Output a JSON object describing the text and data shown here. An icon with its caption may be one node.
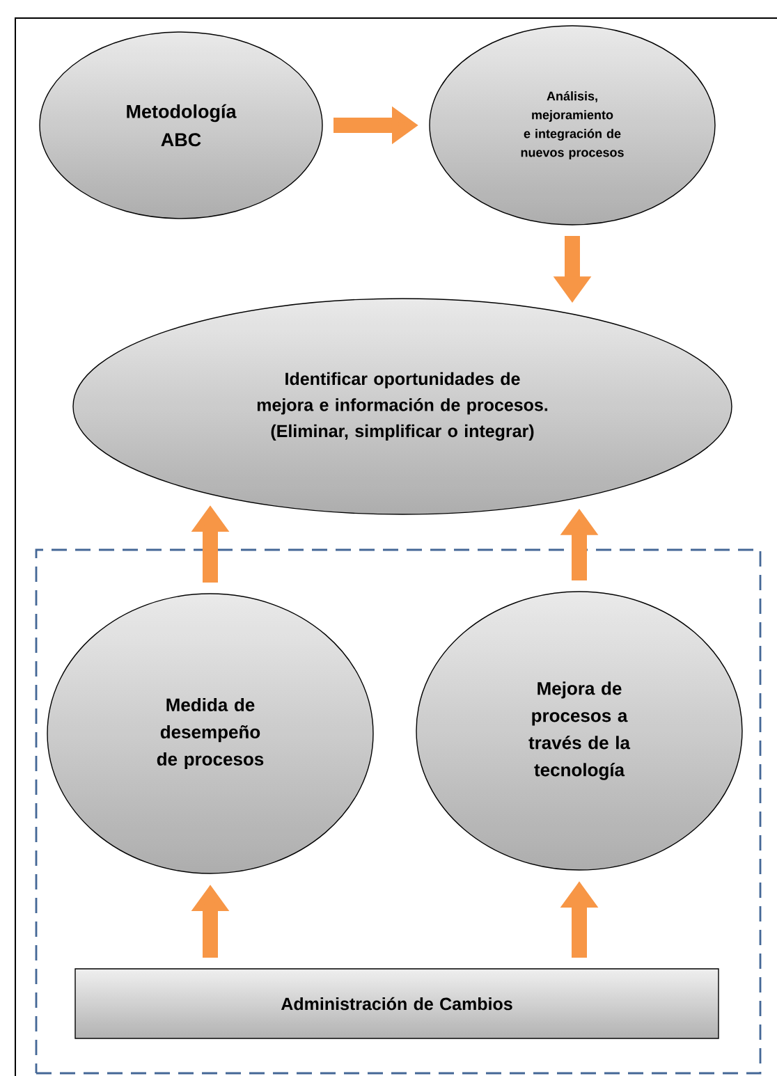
{
  "diagram": {
    "nodes": [
      {
        "text": [
          "Metodología ABC"
        ]
      },
      {
        "text": [
          "Análisis, mejoramiento e integración de nuevos procesos"
        ]
      },
      {
        "text": [
          "Identificar oportunidades de mejora e información de procesos. (Eliminar, simplificar o integrar)"
        ]
      },
      {
        "text": [],
        "shape": "box"
      },
      {
        "text": [
          "Medida de desempeño de procesos"
        ],
        "in": 3
      },
      {
        "text": [
          "Mejora de procesos a través de la tecnología"
        ],
        "in": 3
      },
      {
        "text": [
          "Administración de Cambios"
        ],
        "in": 3
      }
    ],
    "edges": [
      {
        "from": 0,
        "to": 1,
        "arrow": "to"
      },
      {
        "from": 1,
        "to": 2,
        "arrow": "to"
      },
      {
        "from": 4,
        "to": 2,
        "arrow": "to"
      },
      {
        "from": 5,
        "to": 2,
        "arrow": "to"
      },
      {
        "from": 6,
        "to": 4,
        "arrow": "to"
      },
      {
        "from": 6,
        "to": 5,
        "arrow": "to"
      }
    ]
  }
}
